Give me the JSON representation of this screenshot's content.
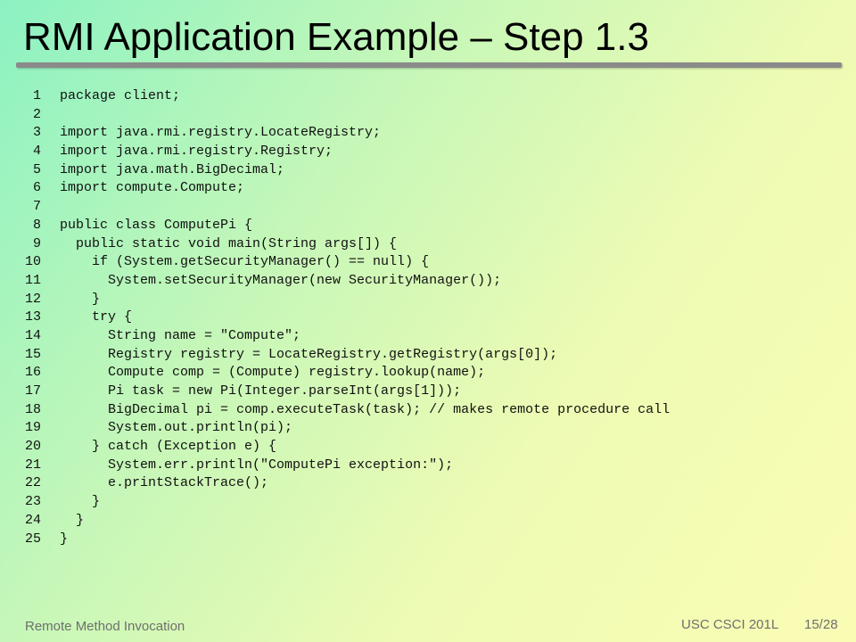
{
  "slide": {
    "title": "RMI Application Example – Step 1.3"
  },
  "code": {
    "lines": [
      {
        "num": "1",
        "text": "package client;"
      },
      {
        "num": "2",
        "text": ""
      },
      {
        "num": "3",
        "text": "import java.rmi.registry.LocateRegistry;"
      },
      {
        "num": "4",
        "text": "import java.rmi.registry.Registry;"
      },
      {
        "num": "5",
        "text": "import java.math.BigDecimal;"
      },
      {
        "num": "6",
        "text": "import compute.Compute;"
      },
      {
        "num": "7",
        "text": ""
      },
      {
        "num": "8",
        "text": "public class ComputePi {"
      },
      {
        "num": "9",
        "text": "  public static void main(String args[]) {"
      },
      {
        "num": "10",
        "text": "    if (System.getSecurityManager() == null) {"
      },
      {
        "num": "11",
        "text": "      System.setSecurityManager(new SecurityManager());"
      },
      {
        "num": "12",
        "text": "    }"
      },
      {
        "num": "13",
        "text": "    try {"
      },
      {
        "num": "14",
        "text": "      String name = \"Compute\";"
      },
      {
        "num": "15",
        "text": "      Registry registry = LocateRegistry.getRegistry(args[0]);"
      },
      {
        "num": "16",
        "text": "      Compute comp = (Compute) registry.lookup(name);"
      },
      {
        "num": "17",
        "text": "      Pi task = new Pi(Integer.parseInt(args[1]));"
      },
      {
        "num": "18",
        "text": "      BigDecimal pi = comp.executeTask(task); // makes remote procedure call"
      },
      {
        "num": "19",
        "text": "      System.out.println(pi);"
      },
      {
        "num": "20",
        "text": "    } catch (Exception e) {"
      },
      {
        "num": "21",
        "text": "      System.err.println(\"ComputePi exception:\");"
      },
      {
        "num": "22",
        "text": "      e.printStackTrace();"
      },
      {
        "num": "23",
        "text": "    }"
      },
      {
        "num": "24",
        "text": "  }"
      },
      {
        "num": "25",
        "text": "}"
      }
    ]
  },
  "footer": {
    "topic": "Remote Method Invocation",
    "course": "USC CSCI 201L",
    "page": "15/28"
  }
}
